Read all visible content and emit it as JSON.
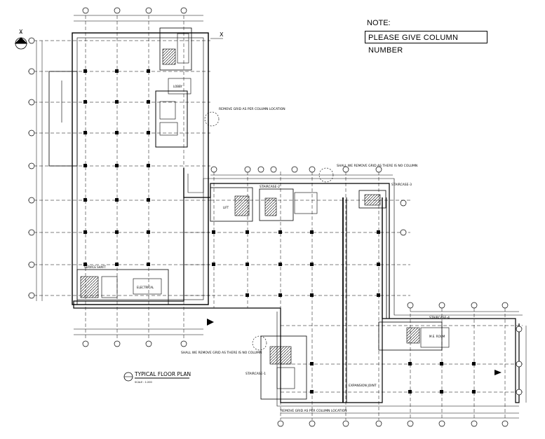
{
  "note": {
    "label": "NOTE:",
    "text": "PLEASE GIVE COLUMN NUMBER"
  },
  "plan": {
    "title": "TYPICAL FLOOR PLAN",
    "scale": "SCALE : 1:200",
    "annotations": [
      {
        "id": "remove-grid-column",
        "text": "REMOVE GRID AS PER COLUMN LOCATION"
      },
      {
        "id": "remove-grid-1",
        "text": "SHALL WE REMOVE GRID AS THERE IS NO COLUMN"
      },
      {
        "id": "remove-grid-2",
        "text": "SHALL WE REMOVE GRID AS THERE IS NO COLUMN"
      },
      {
        "id": "remove-grid-3",
        "text": "REMOVE GRID AS PER COLUMN LOCATION"
      },
      {
        "id": "expansion-joint",
        "text": "EXPANSION JOINT"
      }
    ],
    "staircases": [
      "STAIRCASE-1",
      "STAIRCASE-2",
      "STAIRCASE-3",
      "STAIRCASE-4"
    ],
    "rooms": [
      "LOBBY",
      "LIFT",
      "M.E. ROOM",
      "ELECTRICAL",
      "SERVICE SHAFT"
    ],
    "section_marks": [
      "X",
      "X"
    ]
  },
  "style": {
    "line_color": "#000000",
    "background": "#ffffff"
  }
}
